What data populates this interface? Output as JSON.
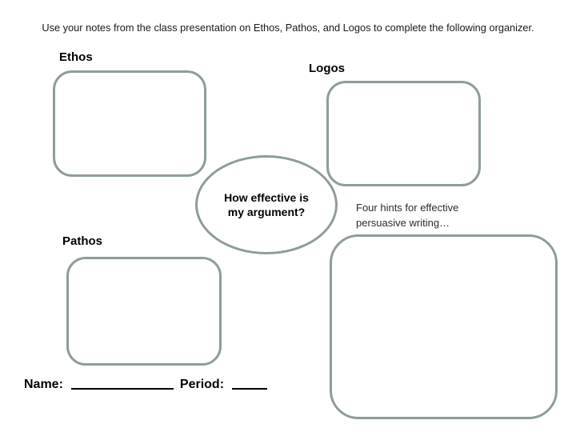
{
  "instruction": "Use your notes from the class presentation on Ethos, Pathos, and Logos to complete the following organizer.",
  "sections": {
    "ethos_label": "Ethos",
    "logos_label": "Logos",
    "pathos_label": "Pathos"
  },
  "center_question": "How effective is my argument?",
  "hints_caption": "Four hints for effective persuasive writing…",
  "footer": {
    "name_label": "Name:",
    "period_label": "Period:",
    "name_value": "",
    "period_value": ""
  },
  "colors": {
    "shape_border": "#8e9d9c",
    "text": "#000000",
    "background": "#ffffff"
  }
}
